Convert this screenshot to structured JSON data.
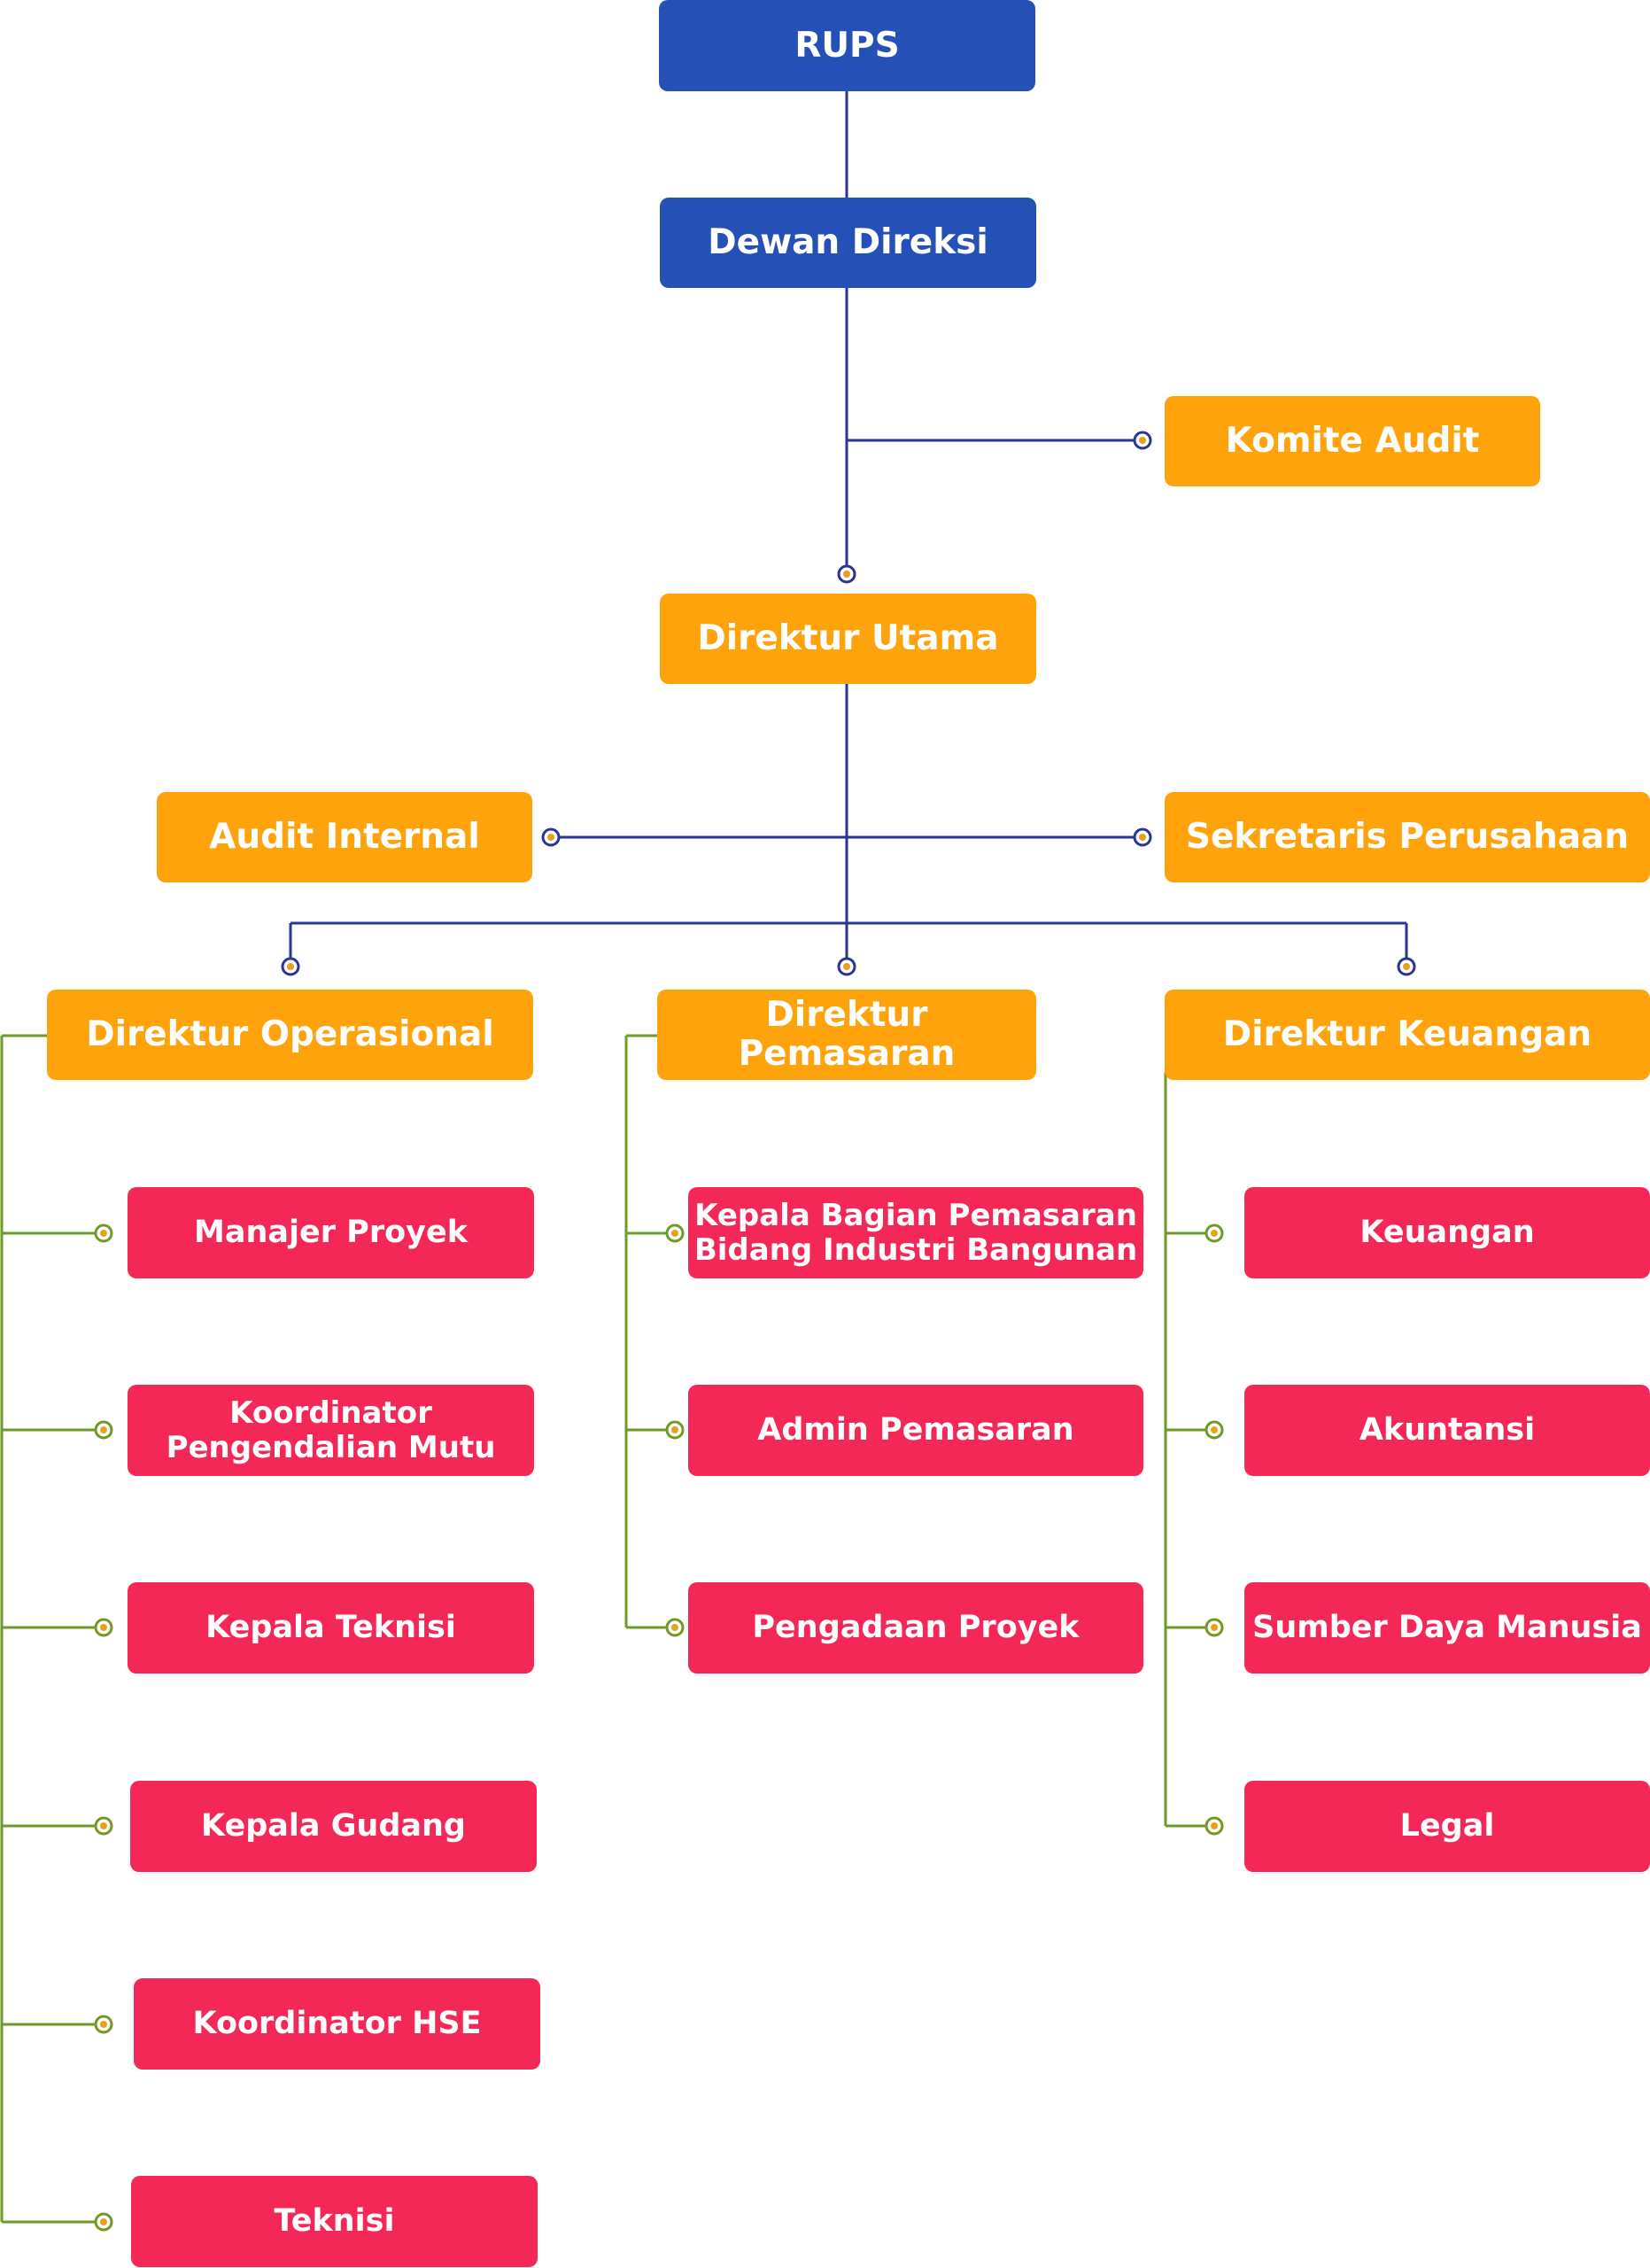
{
  "colors": {
    "board": "#2550b5",
    "director": "#ffa30d",
    "unit": "#f42856",
    "main_connector": "#2a3591",
    "branch_connector": "#6e9a25",
    "node_dot": "#e8a020"
  },
  "top": {
    "rups": "RUPS",
    "dewan_direksi": "Dewan Direksi"
  },
  "committee": {
    "komite_audit": "Komite Audit"
  },
  "president": {
    "direktur_utama": "Direktur Utama"
  },
  "staff": {
    "audit_internal": "Audit Internal",
    "sekretaris_perusahaan": "Sekretaris Perusahaan"
  },
  "directors": {
    "operasional": {
      "title": "Direktur Operasional",
      "units": [
        "Manajer Proyek",
        "Koordinator\nPengendalian Mutu",
        "Kepala Teknisi",
        "Kepala Gudang",
        "Koordinator HSE",
        "Teknisi"
      ]
    },
    "pemasaran": {
      "title": "Direktur Pemasaran",
      "units": [
        "Kepala Bagian Pemasaran\nBidang Industri Bangunan",
        "Admin Pemasaran",
        "Pengadaan Proyek"
      ]
    },
    "keuangan": {
      "title": "Direktur Keuangan",
      "units": [
        "Keuangan",
        "Akuntansi",
        "Sumber Daya Manusia",
        "Legal"
      ]
    }
  }
}
